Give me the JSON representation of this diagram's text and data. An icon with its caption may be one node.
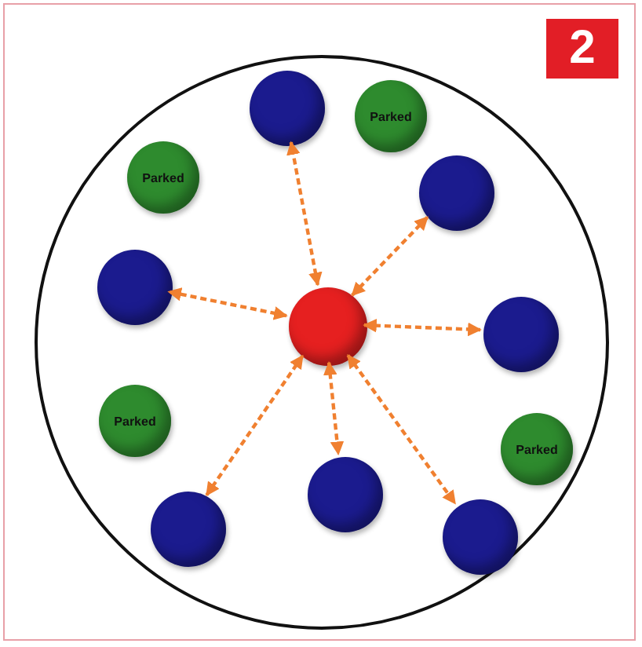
{
  "diagram": {
    "nodes": [
      {
        "text": [],
        "shape": "circle"
      },
      {
        "text": [],
        "shape": "circle",
        "in": 0
      },
      {
        "text": [
          "Parked"
        ],
        "in": 0
      },
      {
        "text": [
          "Parked"
        ],
        "in": 0
      },
      {
        "text": [],
        "shape": "circle",
        "in": 0
      },
      {
        "text": [],
        "shape": "circle",
        "in": 0
      },
      {
        "text": [],
        "shape": "circle",
        "in": 0
      },
      {
        "text": [],
        "shape": "circle",
        "in": 0
      },
      {
        "text": [
          "Parked"
        ],
        "in": 0
      },
      {
        "text": [
          "Parked"
        ],
        "in": 0
      },
      {
        "text": [],
        "shape": "circle",
        "in": 0
      },
      {
        "text": [],
        "shape": "circle",
        "in": 0
      },
      {
        "text": [],
        "shape": "circle",
        "in": 0
      }
    ],
    "edges": [
      {
        "from": 6,
        "to": 1,
        "arrow": "both",
        "style": "dashed"
      },
      {
        "from": 6,
        "to": 4,
        "arrow": "both",
        "style": "dashed"
      },
      {
        "from": 6,
        "to": 5,
        "arrow": "both",
        "style": "dashed"
      },
      {
        "from": 6,
        "to": 7,
        "arrow": "both",
        "style": "dashed"
      },
      {
        "from": 6,
        "to": 10,
        "arrow": "both",
        "style": "dashed"
      },
      {
        "from": 6,
        "to": 11,
        "arrow": "both",
        "style": "dashed"
      },
      {
        "from": 6,
        "to": 12,
        "arrow": "both",
        "style": "dashed"
      }
    ],
    "labels": [
      "2"
    ]
  }
}
